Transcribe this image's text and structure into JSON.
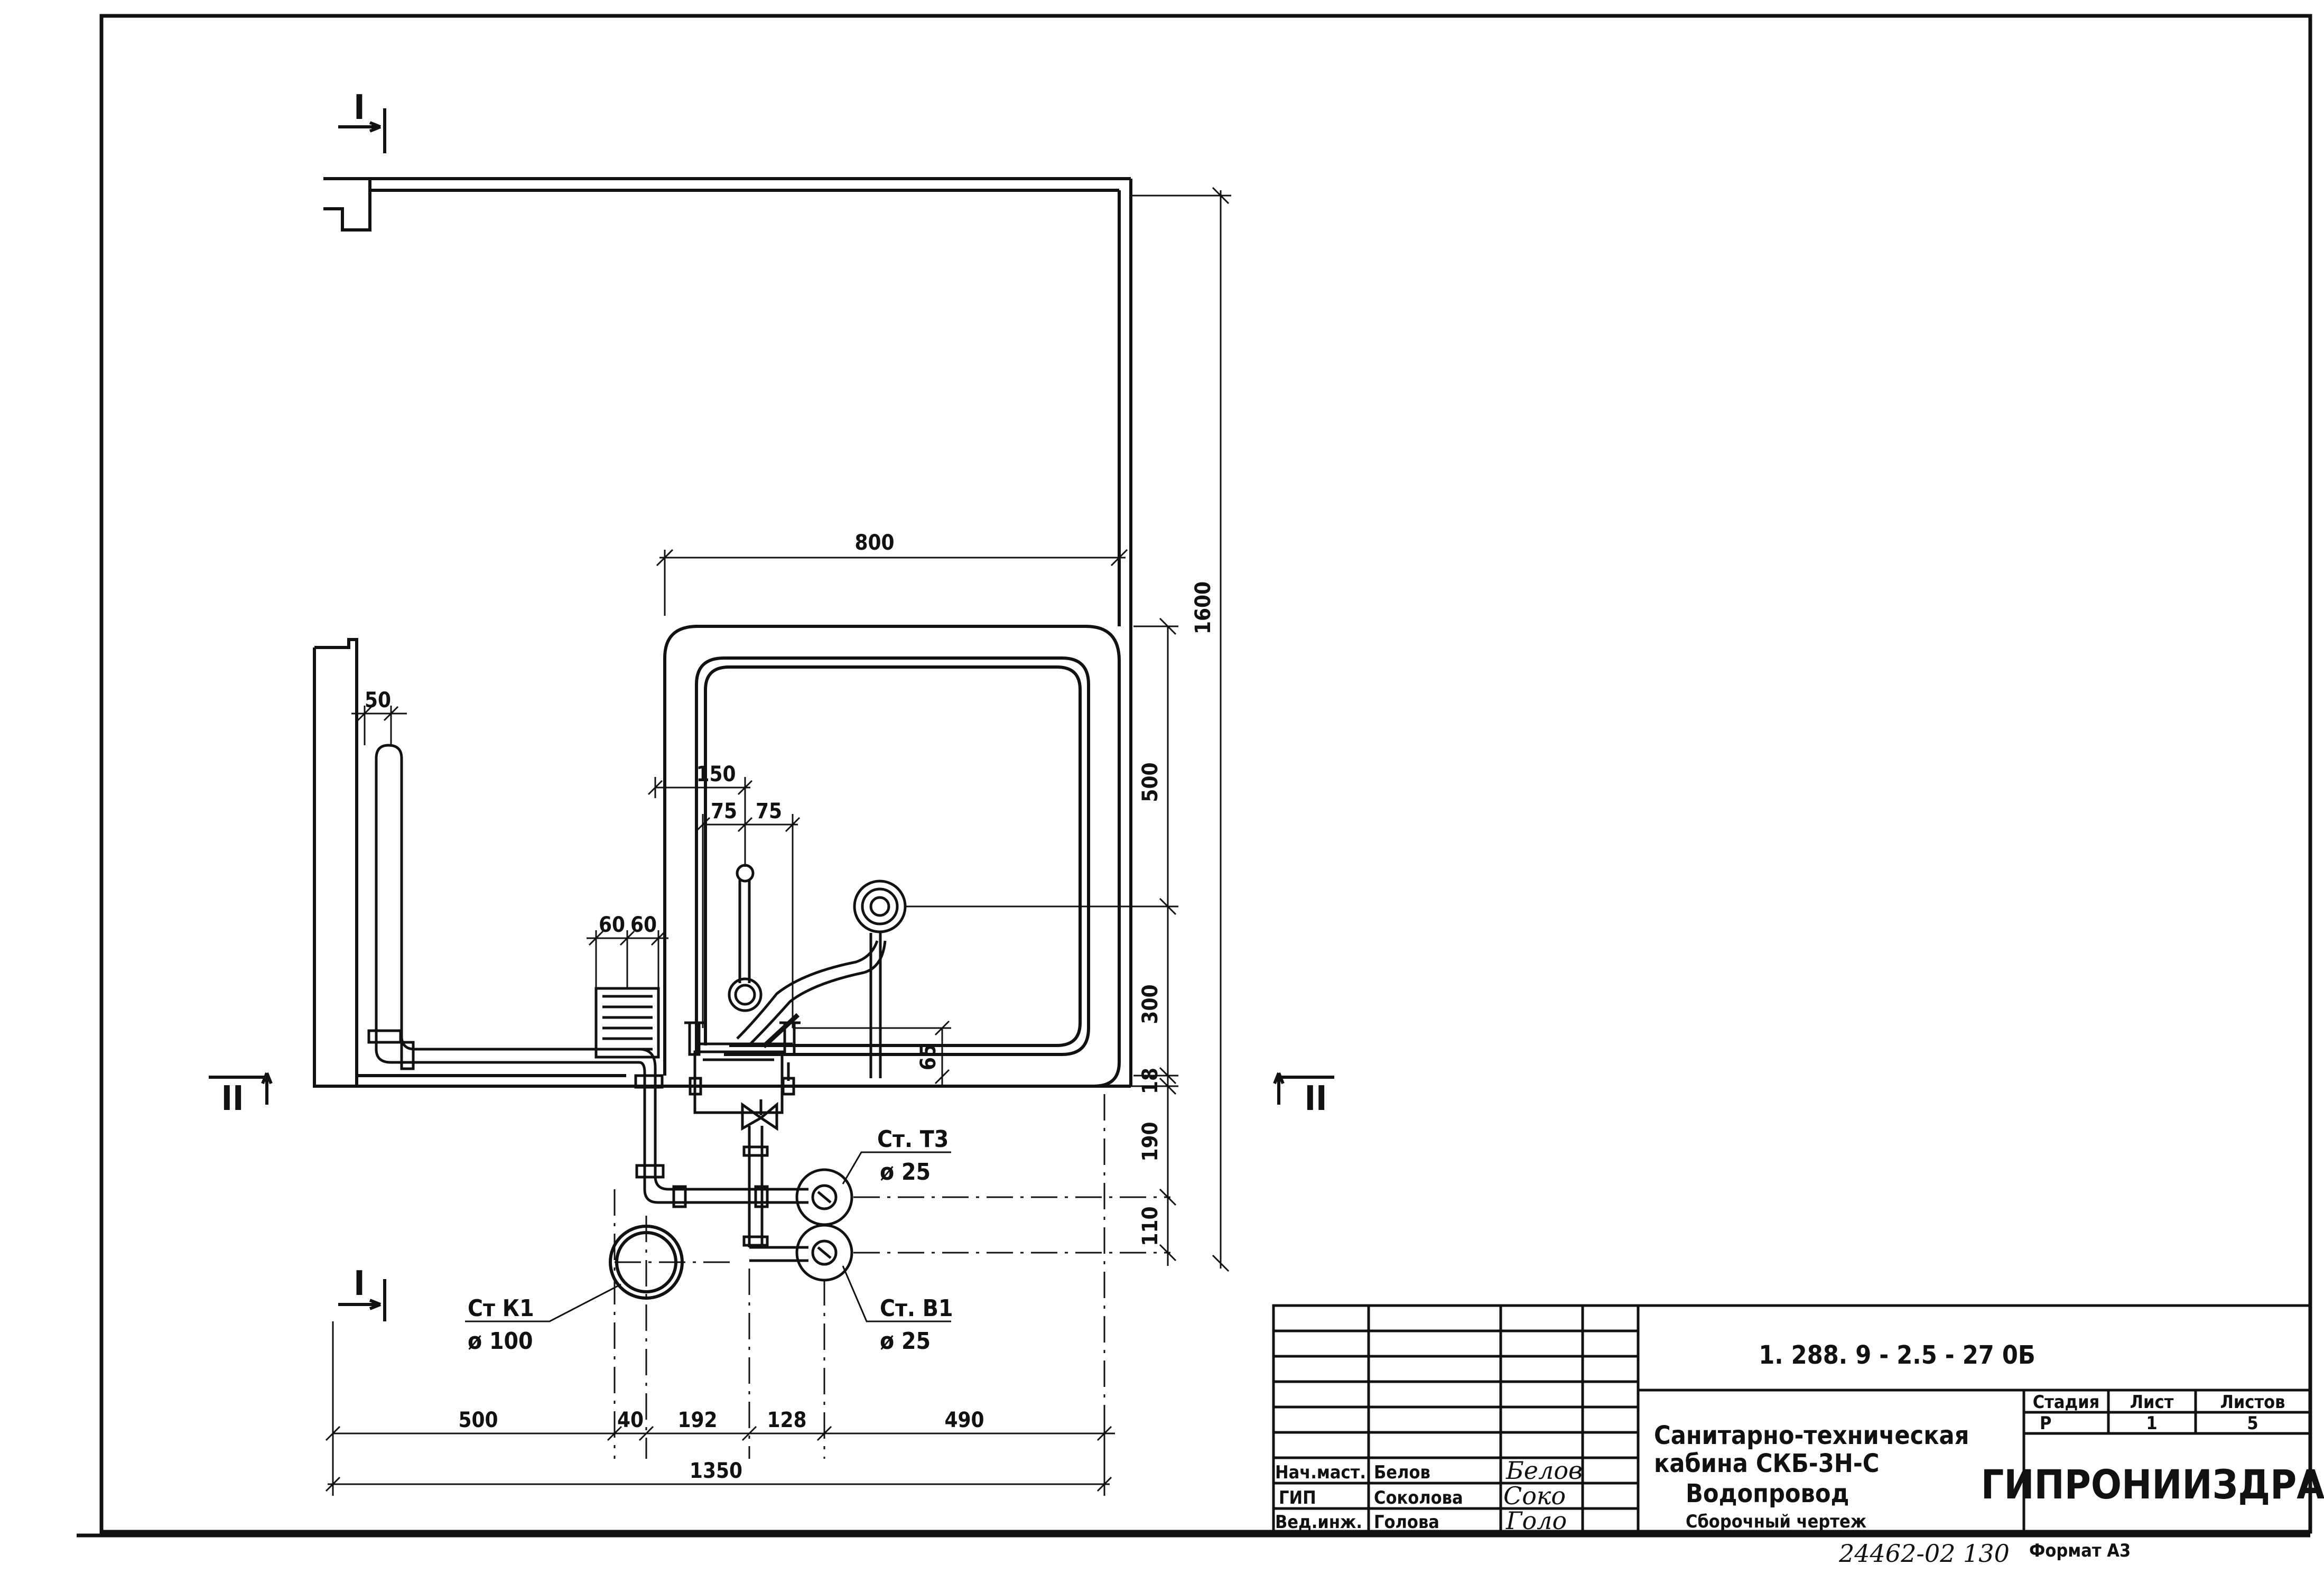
{
  "sections": {
    "cut_1": "I",
    "cut_2": "II"
  },
  "dimensions": {
    "d_1600": "1600",
    "d_800": "800",
    "d_500_right": "500",
    "d_300": "300",
    "d_18": "18",
    "d_190": "190",
    "d_110": "110",
    "d_50": "50",
    "d_150": "150",
    "d_75a": "75",
    "d_75b": "75",
    "d_60a": "60",
    "d_60b": "60",
    "d_65": "65",
    "d_500_bottom": "500",
    "d_40": "40",
    "d_192": "192",
    "d_128": "128",
    "d_490": "490",
    "d_1350": "1350"
  },
  "risers": {
    "t3_name": "Ст. Т3",
    "t3_dia": "ø 25",
    "k1_name": "Ст К1",
    "k1_dia": "ø 100",
    "b1_name": "Ст. В1",
    "b1_dia": "ø 25"
  },
  "title_block": {
    "doc_code": "1. 288. 9 - 2.5 - 27  0Б",
    "title_line1": "Санитарно-техническая",
    "title_line2": "кабина СКБ-3Н-С",
    "title_line3": "Водопровод",
    "title_line4": "Сборочный чертеж",
    "col_stage": "Стадия",
    "col_sheet": "Лист",
    "col_sheets": "Листов",
    "stage_value": "Р",
    "sheet_value": "1",
    "sheets_value": "5",
    "organization": "ГИПРОНИИЗДРАВ",
    "role_1": "Нач.маст.",
    "name_1": "Белов",
    "role_2": "ГИП",
    "name_2": "Соколова",
    "role_3": "Вед.инж.",
    "name_3": "Голова",
    "sign_1": "Белов",
    "sign_2": "Соко",
    "sign_3": "Голо",
    "archive_number": "24462-02 130",
    "format": "Формат А3"
  }
}
